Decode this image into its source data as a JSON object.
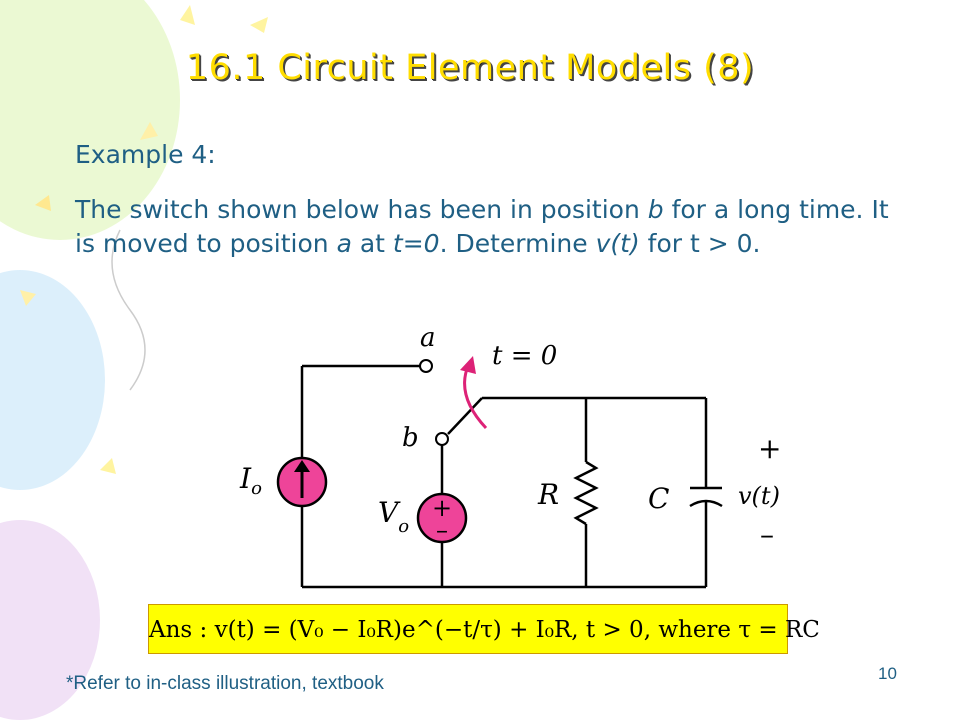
{
  "slide": {
    "title": "16.1 Circuit Element Models (8)",
    "example_label": "Example 4:",
    "problem": {
      "p1": "The switch shown below has been in position ",
      "p2": "b",
      "p3": " for a long time. It is moved to position ",
      "p4": "a",
      "p5": " at ",
      "p6": "t=0",
      "p7": ". Determine ",
      "p8": "v(t)",
      "p9": " for t > 0."
    },
    "answer": "Ans :   v(t) = (V₀ − I₀R)e^(−t/τ) + I₀R,  t > 0, where τ = RC",
    "footnote": "*Refer to in-class illustration, textbook",
    "page_number": "10"
  },
  "circuit": {
    "node_a": "a",
    "node_b": "b",
    "switch_time": "t = 0",
    "current_source": "I",
    "current_source_sub": "o",
    "voltage_source": "V",
    "voltage_source_sub": "o",
    "resistor": "R",
    "capacitor": "C",
    "output_plus": "+",
    "output_label": "v(t)",
    "output_minus": "–",
    "source_plus": "+",
    "source_minus": "–"
  },
  "colors": {
    "source_fill": "#ee4499",
    "switch_arrow": "#dd2277",
    "title": "#ffdd00",
    "text": "#1f5f84",
    "answer_box": "#ffff00"
  }
}
